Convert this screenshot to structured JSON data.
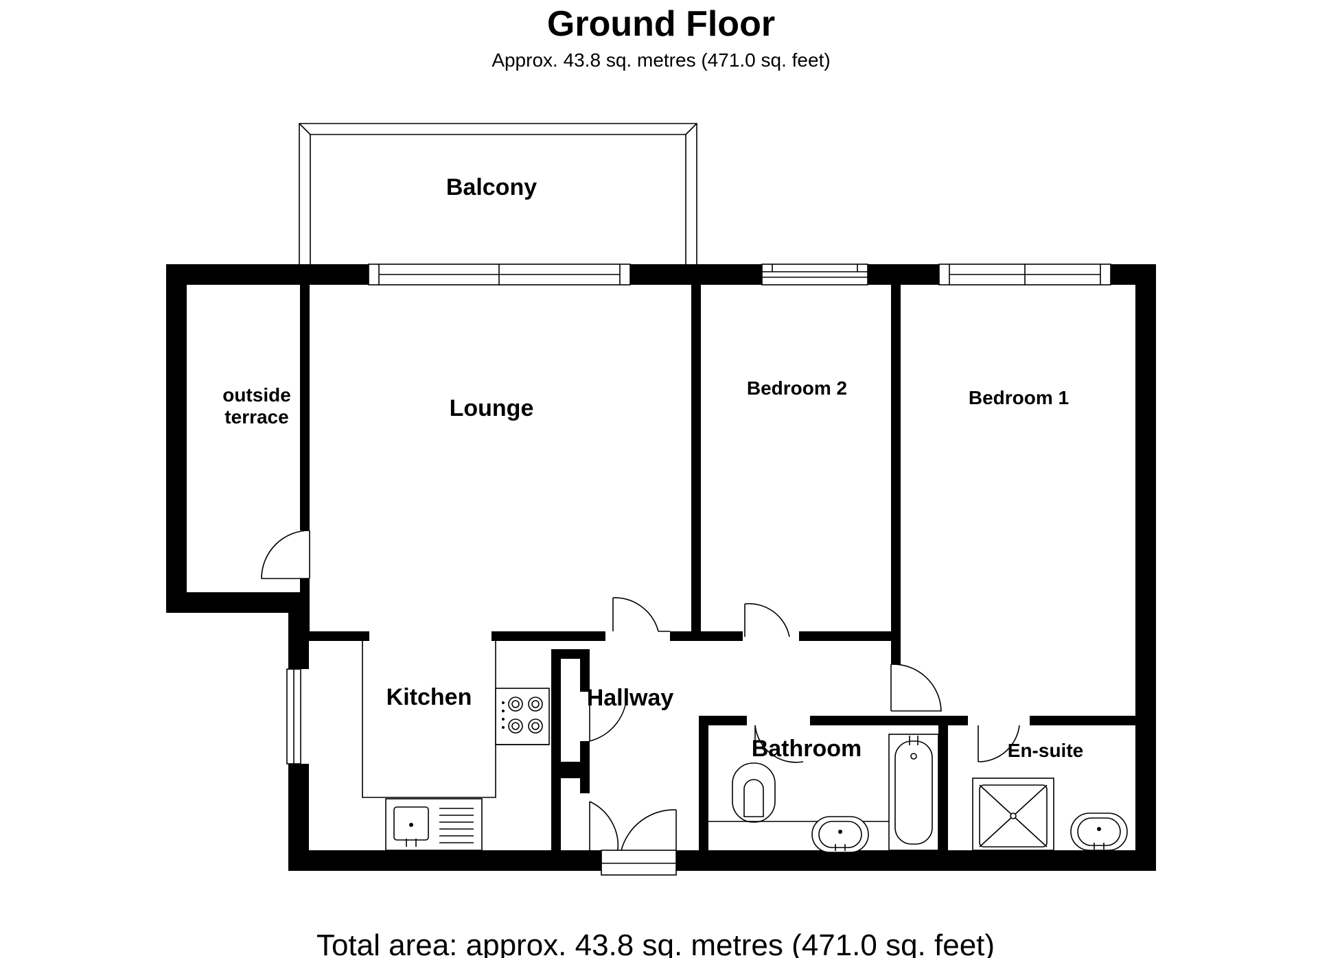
{
  "header": {
    "title": "Ground Floor",
    "subtitle": "Approx. 43.8 sq. metres (471.0 sq. feet)"
  },
  "rooms": {
    "balcony": "Balcony",
    "outside_terrace_line1": "outside",
    "outside_terrace_line2": "terrace",
    "lounge": "Lounge",
    "bedroom2": "Bedroom 2",
    "bedroom1": "Bedroom 1",
    "kitchen": "Kitchen",
    "hallway": "Hallway",
    "bathroom": "Bathroom",
    "ensuite": "En-suite"
  },
  "footer": {
    "total_area": "Total area: approx. 43.8 sq. metres (471.0 sq. feet)"
  }
}
